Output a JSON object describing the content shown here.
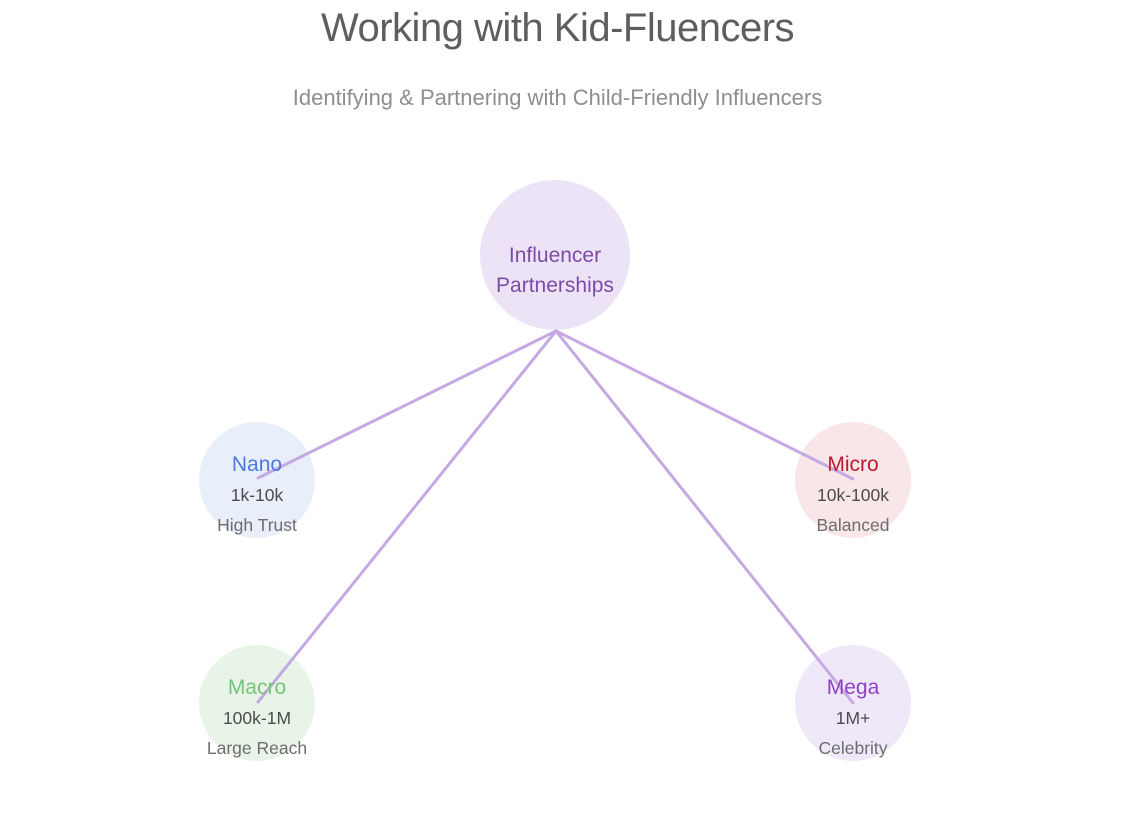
{
  "header": {
    "title": "Working with Kid-Fluencers",
    "subtitle": "Identifying & Partnering with Child-Friendly Influencers"
  },
  "colors": {
    "edge": "#c6a9e2",
    "title_text": "#5e5e5e",
    "subtitle_text": "#8e8e8e",
    "range_text": "#4c4c4c",
    "desc_text": "#6e6e6e"
  },
  "root": {
    "label_line1": "Influencer",
    "label_line2": "Partnerships",
    "fill": "#ece4f6",
    "text_color": "#7c4ba6"
  },
  "nodes": [
    {
      "name": "Nano",
      "range": "1k-10k",
      "desc": "High Trust",
      "fill": "#e8eefa",
      "text_color": "#4b79e0"
    },
    {
      "name": "Micro",
      "range": "10k-100k",
      "desc": "Balanced",
      "fill": "#f8e6e8",
      "text_color": "#c0182e"
    },
    {
      "name": "Macro",
      "range": "100k-1M",
      "desc": "Large Reach",
      "fill": "#e9f4e9",
      "text_color": "#74c478"
    },
    {
      "name": "Mega",
      "range": "1M+",
      "desc": "Celebrity",
      "fill": "#efe8f8",
      "text_color": "#8c42c8"
    }
  ]
}
